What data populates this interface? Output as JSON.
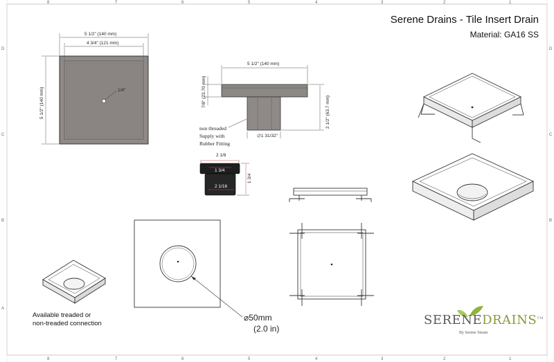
{
  "header": {
    "title": "Serene Drains - Tile Insert Drain",
    "material": "Material: GA16 SS"
  },
  "border": {
    "top_labels": [
      "8",
      "7",
      "6",
      "5",
      "4",
      "3",
      "2",
      "1"
    ],
    "side_labels": [
      "D",
      "C",
      "B",
      "A"
    ]
  },
  "top_view": {
    "outer_dim": "5 1/2\" (140 mm)",
    "inner_dim": "4 3/4\" (121 mm)",
    "side_dim": "5 1/2\" (140 mm)",
    "hole_label": "1/4\""
  },
  "side_view": {
    "width_dim": "5 1/2\" (140 mm)",
    "depth_dim": "7/8\" (23.70 mm)",
    "height_dim": "2 1/2\" (63.7 mm)",
    "outlet_dim": "1 31/32\"",
    "supply_note": [
      "non threaded",
      "Supply with",
      "Rubber Fitting"
    ]
  },
  "fitting": {
    "top_dim": "2 1/8",
    "inner_dim": "1 3/4",
    "bottom_dim": "2 1/16",
    "height_dim": "1 3/4"
  },
  "bottom_view": {
    "outlet_diameter": "50mm",
    "outlet_inches": "(2.0 in)"
  },
  "connection_note": [
    "Available treaded or",
    "non-treaded connection"
  ],
  "logo": {
    "part1": "SERENE",
    "part2": "DRAINS",
    "tm": "TM",
    "tagline": "By Serene Steam"
  }
}
